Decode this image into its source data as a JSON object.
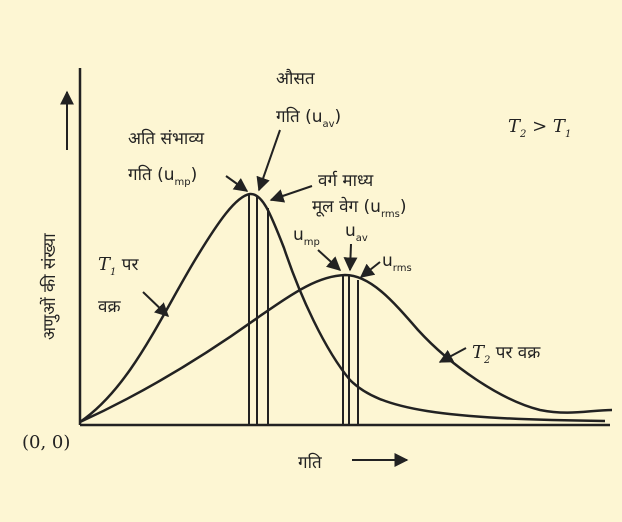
{
  "labels": {
    "origin": "(0, 0)",
    "x_axis": "गति",
    "y_axis": "अणुओं की संख्या",
    "temp_relation_T2": "T",
    "temp_relation_T2_sub": "2",
    "temp_relation_gt": " > ",
    "temp_relation_T1": "T",
    "temp_relation_T1_sub": "1",
    "avg_line1": "औसत",
    "avg_line2": "गति (u",
    "avg_sub": "av",
    "mp_line1": "अति संभाव्य",
    "mp_line2": "गति (u",
    "mp_sub": "mp",
    "rms_line1": "वर्ग माध्य",
    "rms_line2": "मूल वेग (u",
    "rms_sub": "rms",
    "close_paren": ")",
    "T2_ump": "u",
    "T2_ump_sub": "mp",
    "T2_uav": "u",
    "T2_uav_sub": "av",
    "T2_urms": "u",
    "T2_urms_sub": "rms",
    "T1_curve_T": "T",
    "T1_curve_sub": "1",
    "T1_curve_par": " पर",
    "T1_curve_line2": "वक्र",
    "T2_curve_T": "T",
    "T2_curve_sub": "2",
    "T2_curve_rest": " पर वक्र"
  },
  "colors": {
    "background": "#fdf6d3",
    "ink": "#222222"
  }
}
